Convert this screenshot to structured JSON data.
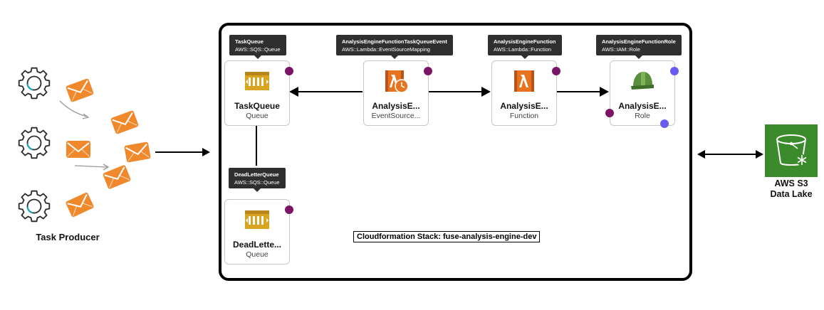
{
  "producer": {
    "label": "Task Producer"
  },
  "stack": {
    "label": "Cloudformation Stack: fuse-analysis-engine-dev"
  },
  "nodes": {
    "task_queue": {
      "tooltip_name": "TaskQueue",
      "tooltip_type": "AWS::SQS::Queue",
      "title": "TaskQueue",
      "subtitle": "Queue"
    },
    "event_mapping": {
      "tooltip_name": "AnalysisEngineFunctionTaskQueueEvent",
      "tooltip_type": "AWS::Lambda::EventSourceMapping",
      "title": "AnalysisE...",
      "subtitle": "EventSource..."
    },
    "function": {
      "tooltip_name": "AnalysisEngineFunction",
      "tooltip_type": "AWS::Lambda::Function",
      "title": "AnalysisE...",
      "subtitle": "Function"
    },
    "role": {
      "tooltip_name": "AnalysisEngineFunctionRole",
      "tooltip_type": "AWS::IAM::Role",
      "title": "AnalysisE...",
      "subtitle": "Role"
    },
    "dead_letter_queue": {
      "tooltip_name": "DeadLetterQueue",
      "tooltip_type": "AWS::SQS::Queue",
      "title": "DeadLette...",
      "subtitle": "Queue"
    }
  },
  "s3": {
    "line1": "AWS S3",
    "line2": "Data Lake"
  },
  "colors": {
    "envelope": "#f0892c",
    "sqs": "#d9a521",
    "lambda": "#e8731f",
    "iam_helmet": "#5a8f3c",
    "s3_bg": "#3b8a2c",
    "dot_purple": "#7b1466",
    "dot_blue": "#6a5cf2"
  }
}
